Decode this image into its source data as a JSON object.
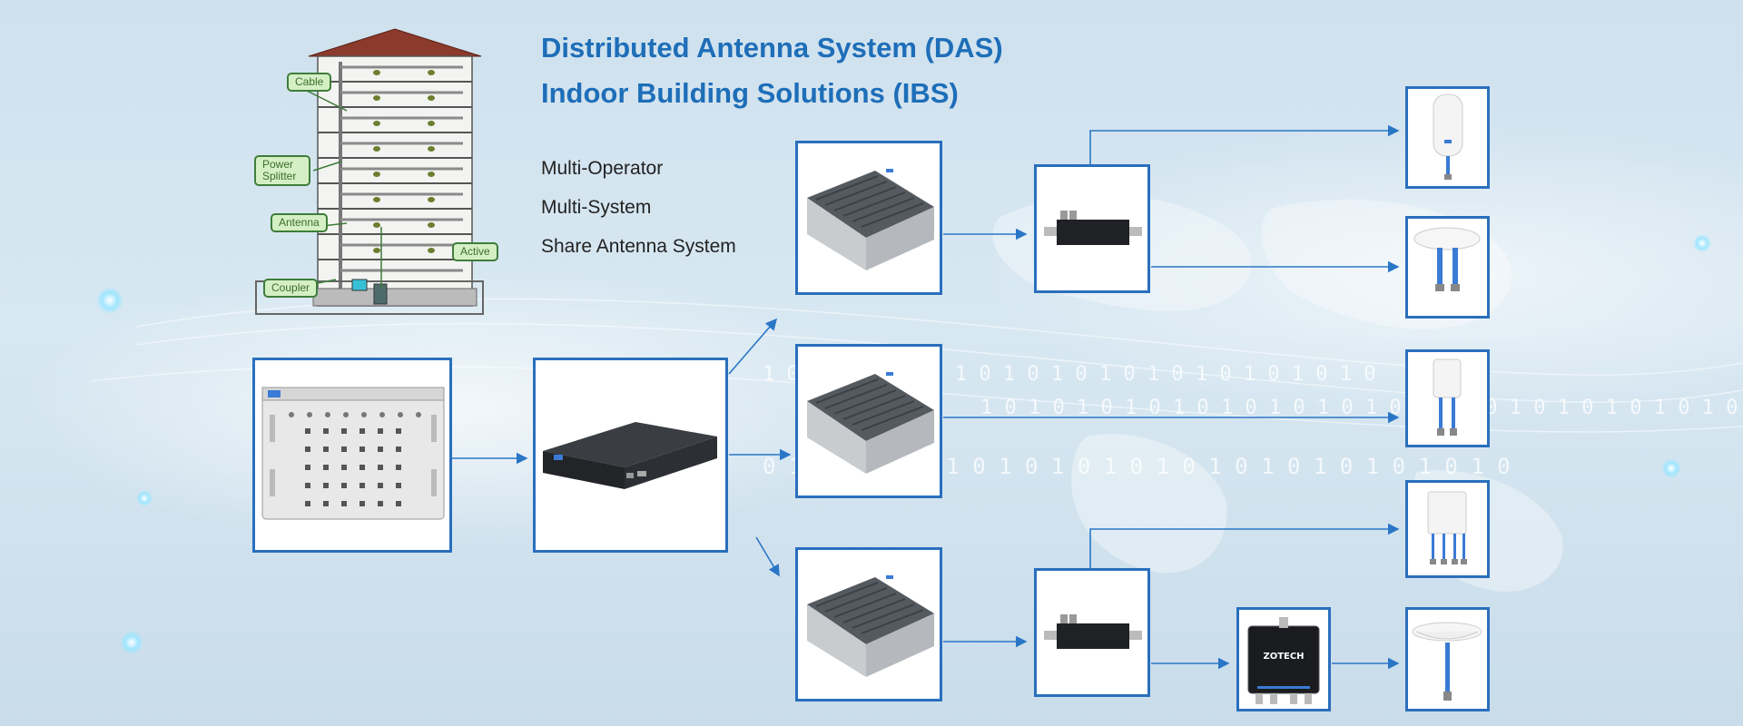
{
  "title": {
    "line1": "Distributed Antenna System (DAS)",
    "line2": "Indoor Building Solutions (IBS)"
  },
  "features": [
    "Multi-Operator",
    "Multi-System",
    "Share Antenna System"
  ],
  "building_labels": {
    "cable": "Cable",
    "power_splitter": "Power Splitter",
    "antenna": "Antenna",
    "active": "Active",
    "coupler": "Coupler"
  },
  "device_brand": "ZOTECH",
  "binary_text": [
    "1 0 1 0 1 0 1 0 1 0 1 0 1 0 1 0 1 0 1 0 1 0 1 0 1 0",
    "1 0 1 0 1 0 1 0 1 0 1 0 1 0 1 0 1 0 1 0 1 0 1 0 1 0 1 0 1 0 1 0 1 0",
    "0 1 0 1 0 1 0 1 0 1 0 1 0 1 0 1 0 1 0 1 0 1 0 1 0 1 0 1 0"
  ],
  "colors": {
    "title": "#1e6eb8",
    "box_border": "#2a6fbd",
    "arrow": "#2a76c6",
    "roof": "#8b3a2b"
  }
}
